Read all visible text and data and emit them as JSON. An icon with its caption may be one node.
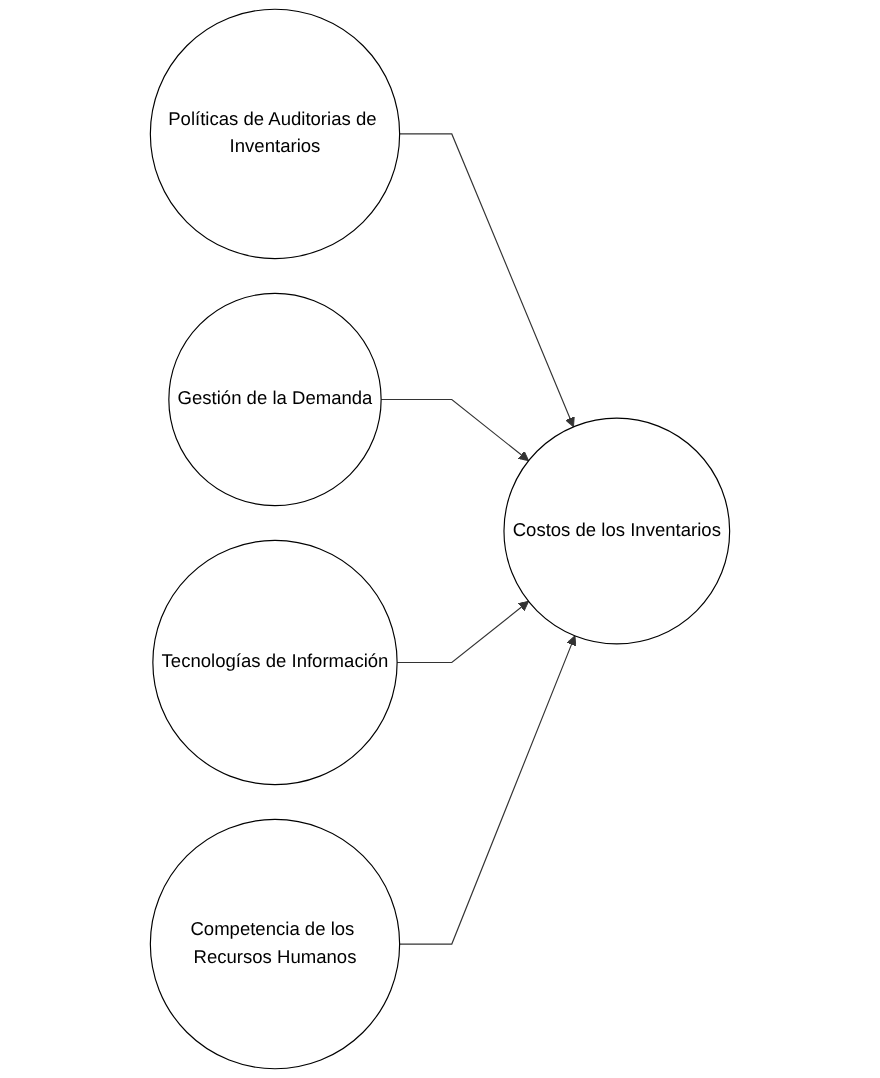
{
  "diagram": {
    "nodes": [
      {
        "text": [
          "Políticas de Auditorias de Inventarios"
        ]
      },
      {
        "text": [
          "Gestión de la Demanda"
        ]
      },
      {
        "text": [
          "Tecnologías de Información"
        ]
      },
      {
        "text": [
          "Competencia de los Recursos Humanos"
        ]
      },
      {
        "text": [
          "Costos de los Inventarios"
        ]
      }
    ],
    "edges": [
      {
        "from": 0,
        "to": 4,
        "arrow": "to"
      },
      {
        "from": 1,
        "to": 4,
        "arrow": "to"
      },
      {
        "from": 2,
        "to": 4,
        "arrow": "to"
      },
      {
        "from": 3,
        "to": 4,
        "arrow": "to"
      }
    ]
  }
}
